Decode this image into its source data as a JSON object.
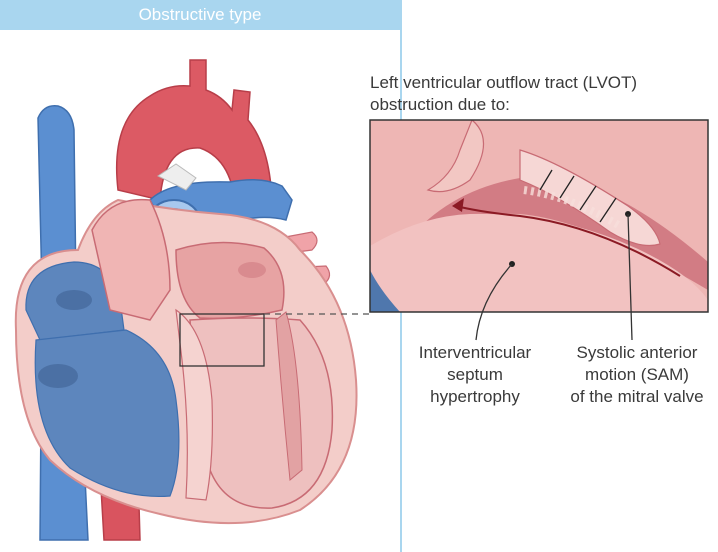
{
  "header": {
    "title": "Obstructive type"
  },
  "inset": {
    "title_line1": "Left ventricular outflow tract (LVOT)",
    "title_line2": "obstruction due to:"
  },
  "labels": {
    "ivs_line1": "Interventricular",
    "ivs_line2": "septum",
    "ivs_line3": "hypertrophy",
    "sam_line1": "Systolic anterior",
    "sam_line2": "motion (SAM)",
    "sam_line3": "of the mitral valve"
  },
  "colors": {
    "header_bg": "#a9d6ef",
    "vein_blue": "#5b8fd1",
    "artery_red": "#d9545f",
    "muscle_pink": "#f2c7c3",
    "chamber_pink": "#e7a3a3",
    "right_ventricle_blue": "#4f77ad",
    "flow_arrow": "#8b1a24"
  }
}
